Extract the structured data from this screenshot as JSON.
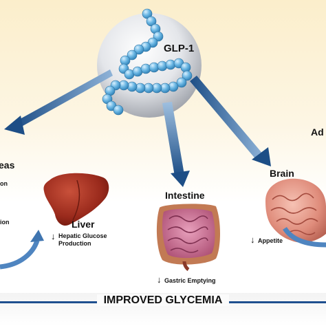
{
  "hormone": {
    "label": "GLP-1"
  },
  "organs": {
    "pancreas": {
      "label": "eas"
    },
    "liver": {
      "label": "Liver",
      "effect": "Hepatic Glucose Production",
      "arrow": "↓"
    },
    "intestine": {
      "label": "Intestine",
      "effect": "Gastric Emptying",
      "arrow": "↓"
    },
    "brain": {
      "label": "Brain",
      "effect": "Appetite",
      "arrow": "↓"
    },
    "adipose": {
      "label": "Ad"
    }
  },
  "left_cut_text": [
    "on",
    "ion"
  ],
  "footer": {
    "label": "IMPROVED GLYCEMIA"
  },
  "colors": {
    "arrow": "#2a5f95",
    "footer_line": "#1f4f8f",
    "bead": "#6ab6e3",
    "curved_arrow": "#4f85c0"
  }
}
